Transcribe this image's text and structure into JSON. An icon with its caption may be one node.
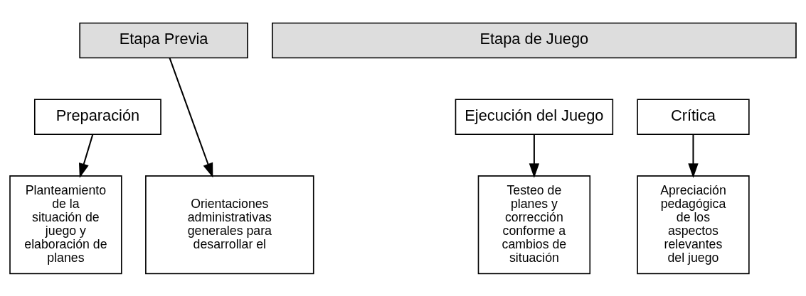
{
  "diagram": {
    "nodes": [
      {
        "text": [
          "Etapa Previa"
        ]
      },
      {
        "text": [
          "Etapa de Juego"
        ]
      },
      {
        "text": [
          "Preparación"
        ]
      },
      {
        "text": [
          "Ejecución del Juego"
        ]
      },
      {
        "text": [
          "Crítica"
        ]
      },
      {
        "text": [
          "Orientaciones administrativas generales para desarrollar el"
        ]
      },
      {
        "text": [
          "Planteamiento de la situación de juego y elaboración de planes"
        ]
      },
      {
        "text": [
          "Testeo de planes y corrección conforme a cambios de situación"
        ]
      },
      {
        "text": [
          "Apreciación pedagógica de los aspectos relevantes del juego"
        ]
      }
    ],
    "edges": [
      {
        "from": 0,
        "to": 5,
        "arrow": "to"
      },
      {
        "from": 2,
        "to": 6,
        "arrow": "to"
      },
      {
        "from": 3,
        "to": 7,
        "arrow": "to"
      },
      {
        "from": 4,
        "to": 8,
        "arrow": "to"
      }
    ]
  }
}
